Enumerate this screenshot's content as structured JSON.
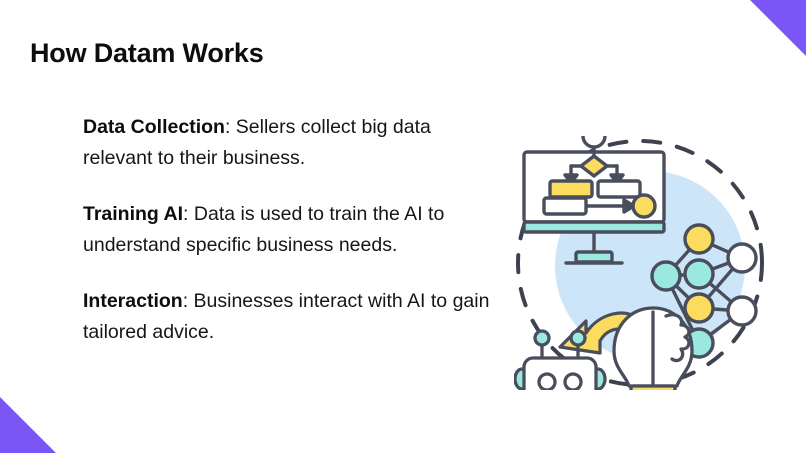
{
  "slide": {
    "title": "How Datam Works",
    "background_color": "#ffffff",
    "accent_color": "#7b55f5"
  },
  "body": {
    "paragraphs": [
      {
        "lead": "Data Collection",
        "separator": ": ",
        "text": "Sellers collect big data relevant to their business."
      },
      {
        "lead": "Training AI",
        "separator": ": ",
        "text": "Data is used to train the AI to understand specific business needs."
      },
      {
        "lead": "Interaction",
        "separator": ": ",
        "text": "Businesses interact with AI to gain tailored advice."
      }
    ]
  },
  "illustration": {
    "name": "ai-concept-illustration",
    "dashed_circle_color": "#3e4250",
    "blue_circle_color": "#cde5f8",
    "yellow": "#fbdc5e",
    "cyan": "#9be8e0",
    "outline": "#4a4e5c",
    "white": "#ffffff",
    "parts": [
      "dashed-circle",
      "blue-circle",
      "monitor-flowchart",
      "neural-network",
      "robot-head",
      "lightbulb-brain",
      "curved-arrow"
    ]
  },
  "corners": {
    "top_right": "purple-triangle",
    "bottom_left": "purple-triangle"
  }
}
